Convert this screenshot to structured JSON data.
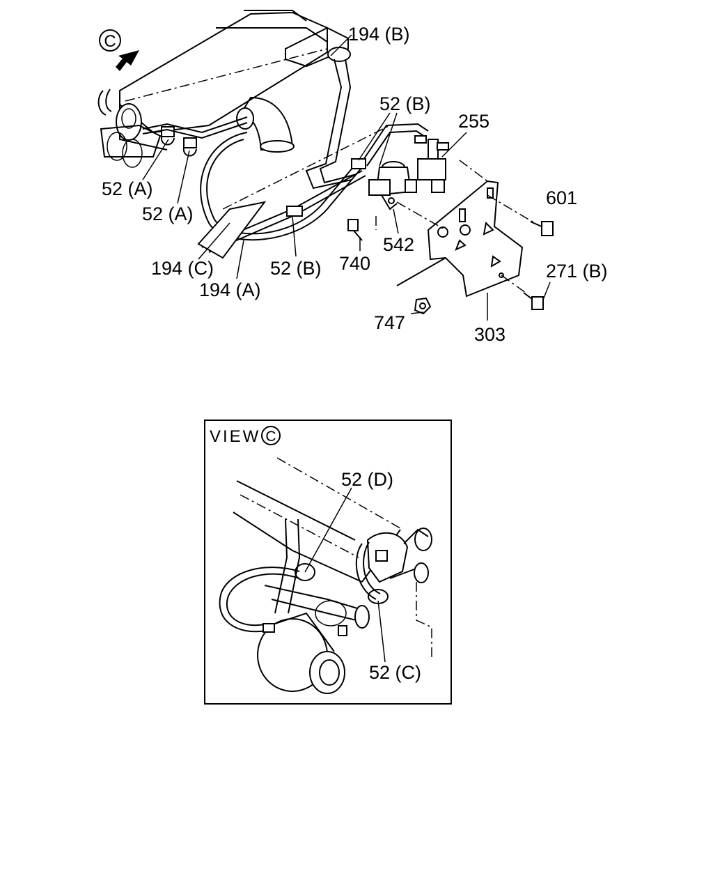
{
  "view_marker": "C",
  "labels": {
    "p194b": "194 (B)",
    "p52b_top": "52 (B)",
    "p255": "255",
    "p601": "601",
    "p52a_1": "52 (A)",
    "p52a_2": "52 (A)",
    "p542": "542",
    "p740": "740",
    "p194c": "194 (C)",
    "p194a": "194 (A)",
    "p52b_bot": "52 (B)",
    "p271b": "271 (B)",
    "p747": "747",
    "p303": "303"
  },
  "inset": {
    "title": "VIEW",
    "marker": "C",
    "p52d": "52 (D)",
    "p52c": "52 (C)"
  }
}
